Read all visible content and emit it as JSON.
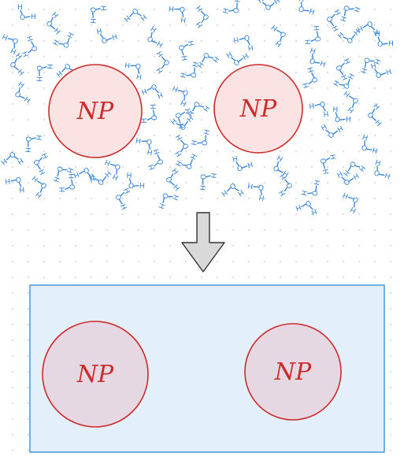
{
  "colors": {
    "nanoparticle_stroke": "#cc2b2b",
    "nanoparticle_fill_top": "#fbe3e3",
    "nanoparticle_fill_bottom": "#e6d8e2",
    "molecule": "#2f7fd6",
    "matrix_fill": "#e3effb",
    "matrix_stroke": "#3d8fd6",
    "arrow_fill": "#d9d9d9",
    "arrow_stroke": "#333333"
  },
  "top_panel": {
    "nanoparticles": [
      {
        "label": "NP"
      },
      {
        "label": "NP"
      }
    ],
    "molecule_atom_labels": [
      "O",
      "H",
      "H"
    ]
  },
  "arrow": {
    "direction": "down"
  },
  "bottom_panel": {
    "nanoparticles": [
      {
        "label": "NP"
      },
      {
        "label": "NP"
      }
    ]
  }
}
